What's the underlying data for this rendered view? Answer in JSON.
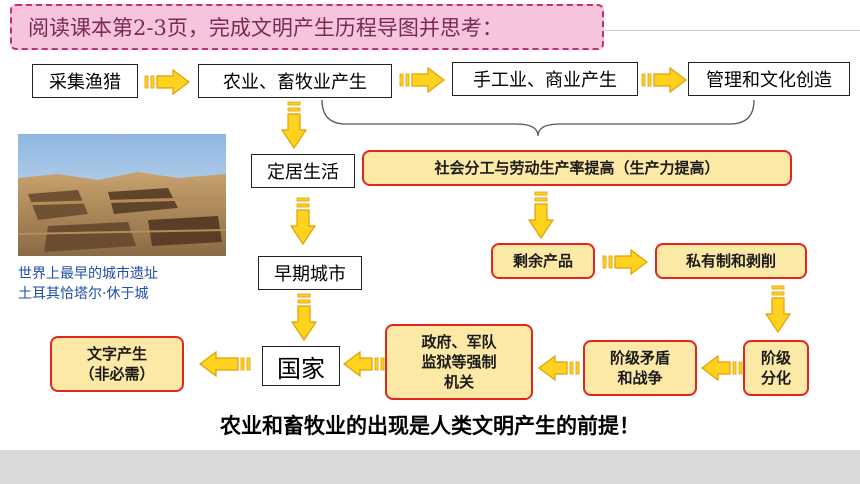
{
  "header": {
    "instruction": "阅读课本第2-3页，完成文明产生历程导图并思考："
  },
  "flow_top": [
    "采集渔猎",
    "农业、畜牧业产生",
    "手工业、商业产生",
    "管理和文化创造"
  ],
  "left_column": [
    "定居生活",
    "早期城市",
    "国家"
  ],
  "orange_nodes": {
    "division": "社会分工与劳动生产率提高（生产力提高）",
    "surplus": "剩余产品",
    "private": "私有制和剥削",
    "class_split": [
      "阶级",
      "分化"
    ],
    "conflict": [
      "阶级矛盾",
      "和战争"
    ],
    "gov": [
      "政府、军队",
      "监狱等强制",
      "机关"
    ],
    "writing": [
      "文字产生",
      "（非必需）"
    ]
  },
  "photo_caption": [
    "世界上最早的城市遗址",
    "土耳其恰塔尔·休于城"
  ],
  "conclusion": "农业和畜牧业的出现是人类文明产生的前提！",
  "colors": {
    "arrow_fill": "#ffd21f",
    "arrow_stroke": "#e0a000",
    "node_border": "#e2261c",
    "node_fill": "#fde9a6"
  }
}
